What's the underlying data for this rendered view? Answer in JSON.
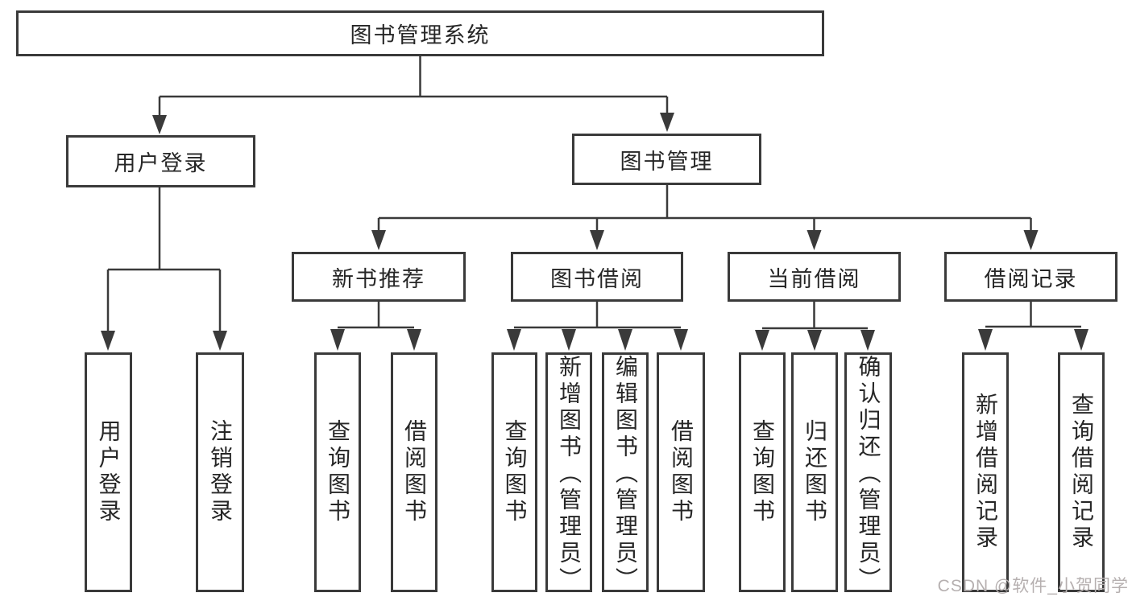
{
  "tree": {
    "root": "图书管理系统",
    "branches": [
      {
        "label": "用户登录",
        "children": [
          "用户登录",
          "注销登录"
        ]
      },
      {
        "label": "图书管理",
        "children": [
          {
            "label": "新书推荐",
            "children": [
              "查询图书",
              "借阅图书"
            ]
          },
          {
            "label": "图书借阅",
            "children": [
              "查询图书",
              "新增图书（管理员）",
              "编辑图书（管理员）",
              "借阅图书"
            ]
          },
          {
            "label": "当前借阅",
            "children": [
              "查询图书",
              "归还图书",
              "确认归还（管理员）"
            ]
          },
          {
            "label": "借阅记录",
            "children": [
              "新增借阅记录",
              "查询借阅记录"
            ]
          }
        ]
      }
    ]
  },
  "watermark": "CSDN @软件_小贺同学",
  "colors": {
    "line": "#3a3a3a",
    "text": "#262626",
    "watermark": "#b6b0b0",
    "background": "#ffffff"
  }
}
